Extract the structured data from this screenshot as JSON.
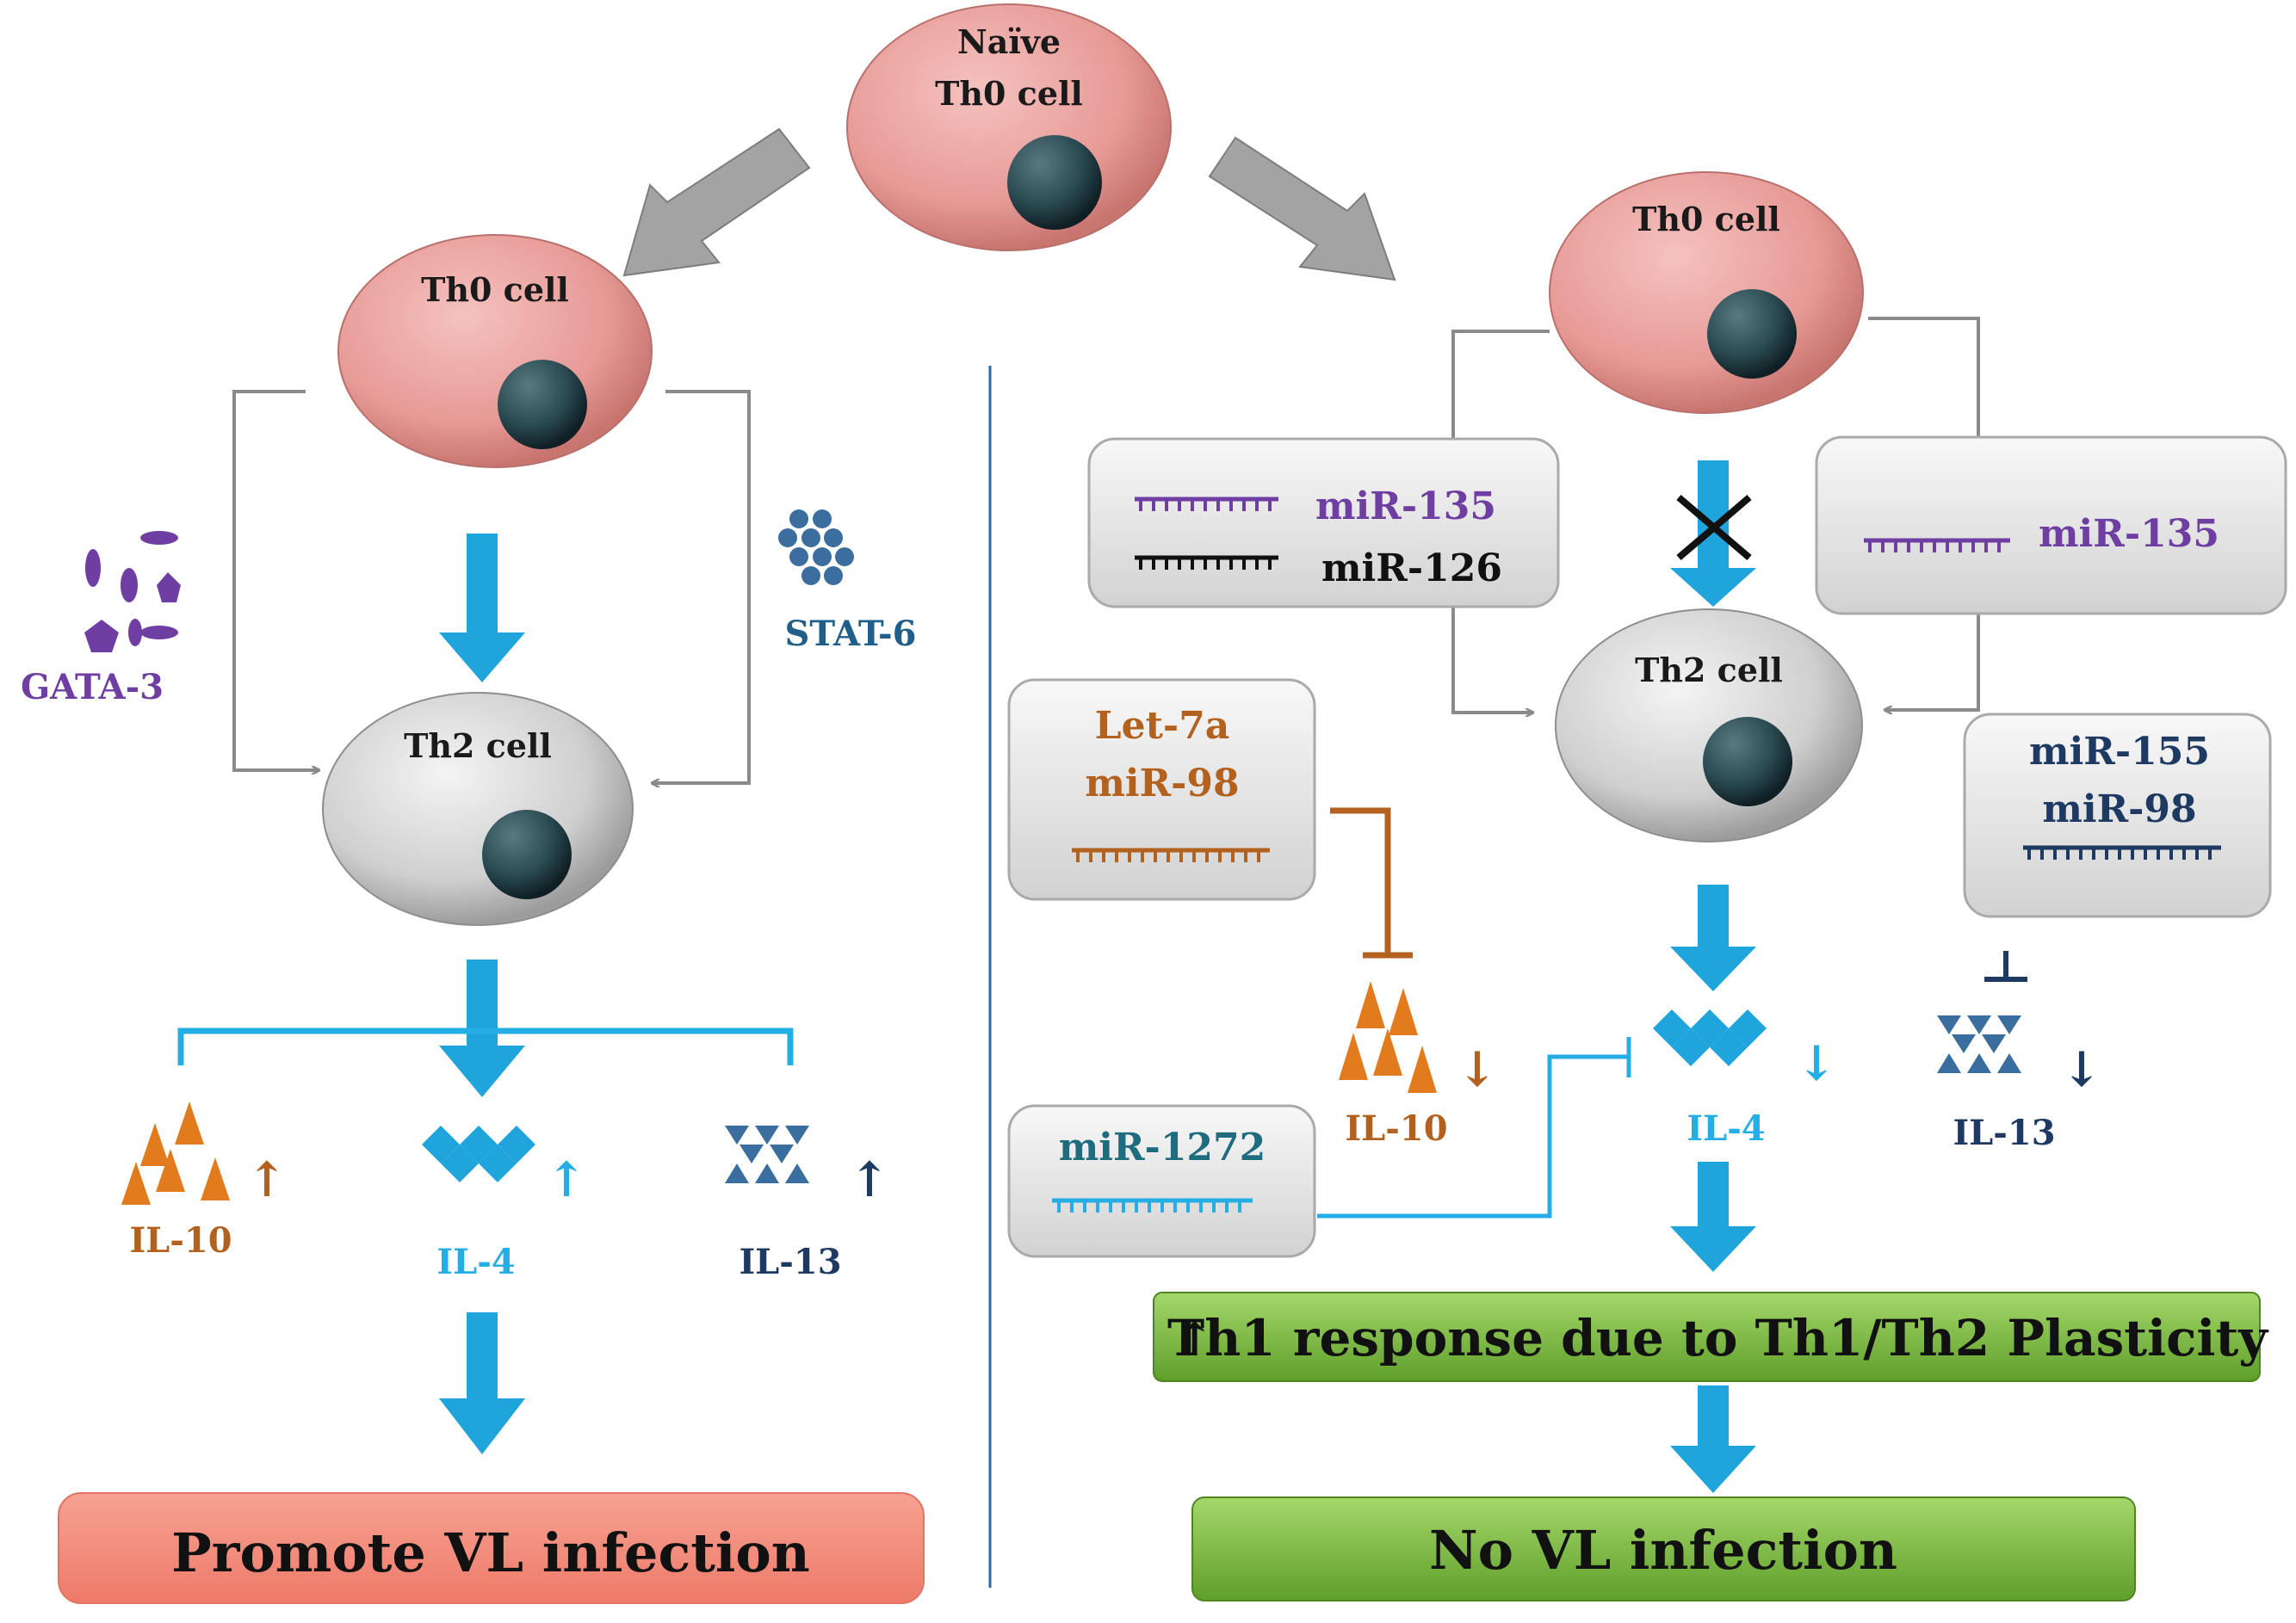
{
  "labels": {
    "naive_line1": "Naïve",
    "naive_line2": "Th0 cell",
    "th0_left": "Th0 cell",
    "th0_right": "Th0 cell",
    "th2_left": "Th2 cell",
    "th2_right": "Th2 cell",
    "gata3": "GATA-3",
    "stat6": "STAT-6",
    "left_il10": "IL-10",
    "left_il4": "IL-4",
    "left_il13": "IL-13",
    "right_il10": "IL-10",
    "right_il4": "IL-4",
    "right_il13": "IL-13",
    "box1_mir135": "miR-135",
    "box1_mir126": "miR-126",
    "box2_mir135": "miR-135",
    "let7a": "Let-7a",
    "mir98_a": "miR-98",
    "mir155": "miR-155",
    "mir98_b": "miR-98",
    "mir1272": "miR-1272",
    "th1_response": "Th1 response due to Th1/Th2 Plasticity",
    "up_arrow_glyph": "↑",
    "promote": "Promote VL infection",
    "no_vl": "No VL infection"
  },
  "colors": {
    "cell_pink": "#e79a96",
    "cell_gray": "#cfcfcf",
    "nucleus": "#2c4c54",
    "blue_arrow": "#1fa4dc",
    "gray_arrow": "#9e9e9e",
    "purple": "#6e3ea2",
    "brown": "#b3611e",
    "orange": "#e27b1d",
    "cyan": "#25aee5",
    "navy": "#1e3a63",
    "teal": "#1f6c7f",
    "stat_blue": "#3b6e9e",
    "green_box": "#7cbd3a",
    "promote_box": "#f2887a"
  }
}
